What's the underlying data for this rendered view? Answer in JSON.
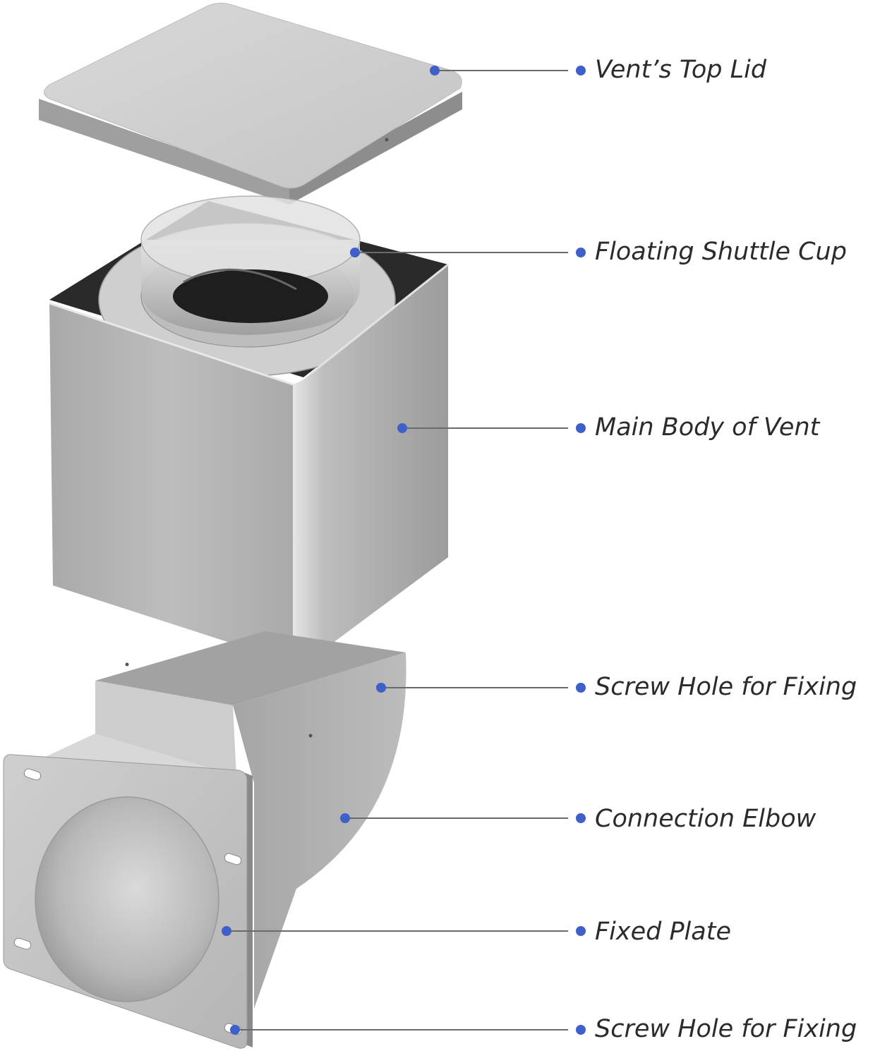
{
  "diagram": {
    "accent_color": "#3f5fc9",
    "metal_light": "#d6d6d6",
    "metal_mid": "#b9b9b9",
    "metal_dark": "#8e8e8e",
    "labels": [
      {
        "id": "top-lid",
        "text": "Vent’s Top Lid"
      },
      {
        "id": "shuttle-cup",
        "text": "Floating Shuttle Cup"
      },
      {
        "id": "main-body",
        "text": "Main Body of Vent"
      },
      {
        "id": "screw-hole-upper",
        "text": "Screw Hole for Fixing"
      },
      {
        "id": "elbow",
        "text": "Connection Elbow"
      },
      {
        "id": "fixed-plate",
        "text": "Fixed Plate"
      },
      {
        "id": "screw-hole-lower",
        "text": "Screw Hole for Fixing"
      }
    ]
  }
}
